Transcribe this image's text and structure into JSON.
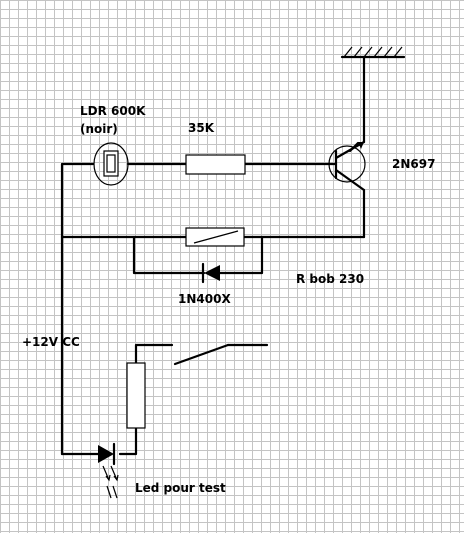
{
  "labels": {
    "ldr": "LDR 600K",
    "ldr_note": "(noir)",
    "resistor": "35K",
    "transistor": "2N697",
    "coil": "R bob 230",
    "diode": "1N400X",
    "supply": "+12V CC",
    "led": "Led pour test"
  }
}
